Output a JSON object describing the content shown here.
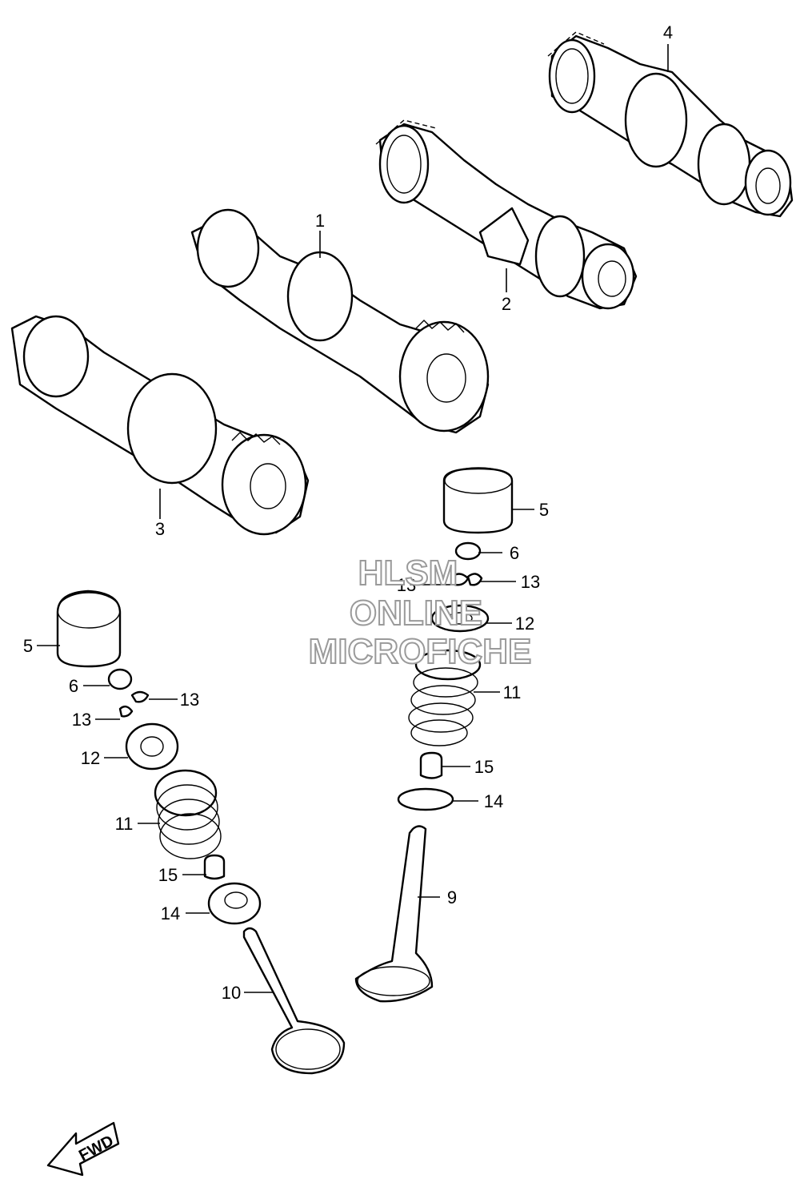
{
  "callouts": [
    {
      "id": "c1",
      "text": "1"
    },
    {
      "id": "c2",
      "text": "2"
    },
    {
      "id": "c3",
      "text": "3"
    },
    {
      "id": "c4",
      "text": "4"
    },
    {
      "id": "c5a",
      "text": "5"
    },
    {
      "id": "c6a",
      "text": "6"
    },
    {
      "id": "c13a",
      "text": "13"
    },
    {
      "id": "c13b",
      "text": "13"
    },
    {
      "id": "c12a",
      "text": "12"
    },
    {
      "id": "c11a",
      "text": "11"
    },
    {
      "id": "c15a",
      "text": "15"
    },
    {
      "id": "c14a",
      "text": "14"
    },
    {
      "id": "c9",
      "text": "9"
    },
    {
      "id": "c5b",
      "text": "5"
    },
    {
      "id": "c6b",
      "text": "6"
    },
    {
      "id": "c13c",
      "text": "13"
    },
    {
      "id": "c13d",
      "text": "13"
    },
    {
      "id": "c12b",
      "text": "12"
    },
    {
      "id": "c11b",
      "text": "11"
    },
    {
      "id": "c15b",
      "text": "15"
    },
    {
      "id": "c14b",
      "text": "14"
    },
    {
      "id": "c10",
      "text": "10"
    }
  ],
  "watermark": {
    "line1": "HLSM",
    "line2": "ONLINE",
    "line3": "MICROFICHE"
  },
  "direction_arrow": {
    "label": "FWD"
  }
}
